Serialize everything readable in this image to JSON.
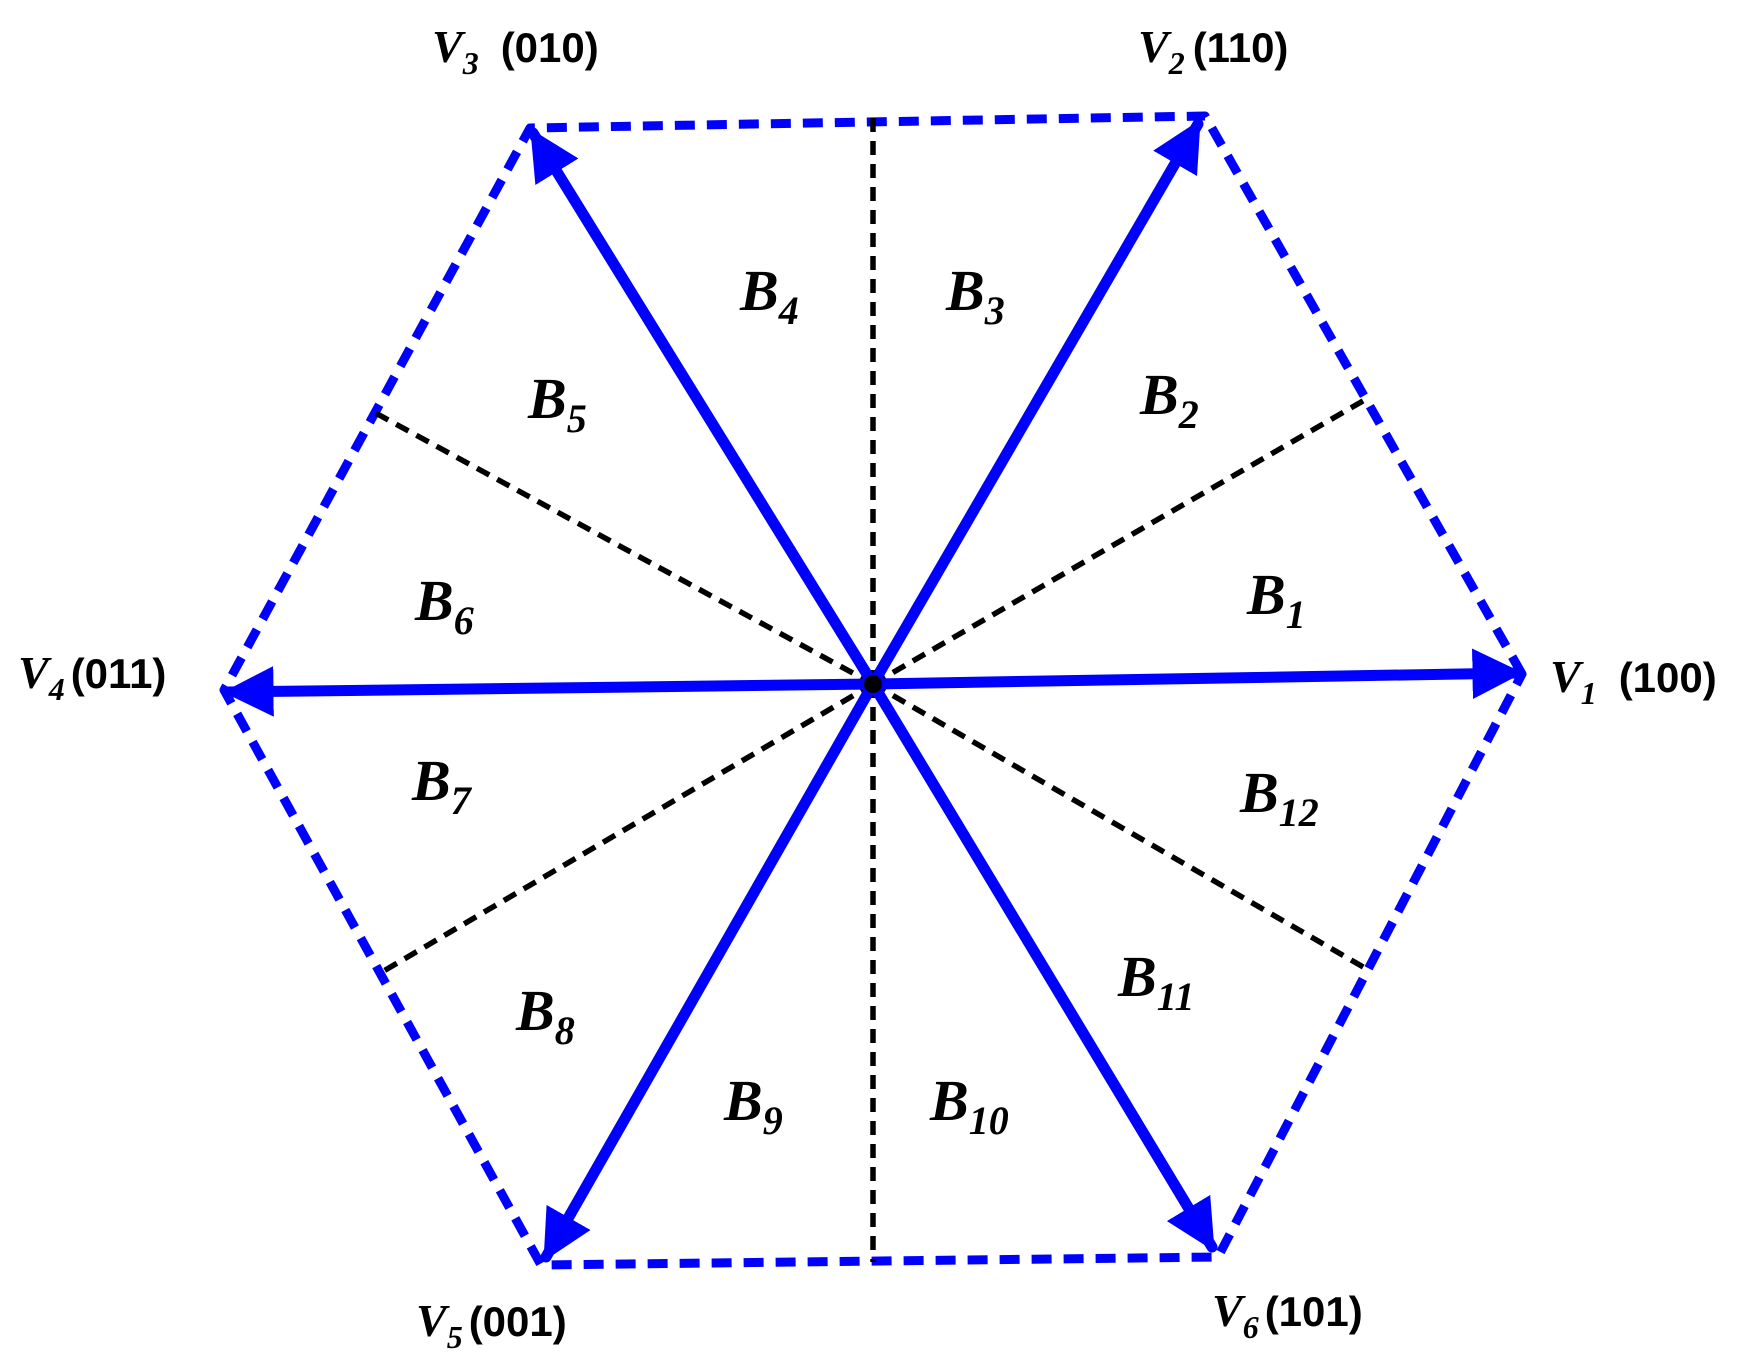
{
  "diagram": {
    "vectors": [
      {
        "id": "V1",
        "name": "V",
        "sub": "1",
        "code": "(100)"
      },
      {
        "id": "V2",
        "name": "V",
        "sub": "2",
        "code": "(110)"
      },
      {
        "id": "V3",
        "name": "V",
        "sub": "3",
        "code": "(010)"
      },
      {
        "id": "V4",
        "name": "V",
        "sub": "4",
        "code": "(011)"
      },
      {
        "id": "V5",
        "name": "V",
        "sub": "5",
        "code": "(001)"
      },
      {
        "id": "V6",
        "name": "V",
        "sub": "6",
        "code": "(101)"
      }
    ],
    "sectors": [
      {
        "name": "B",
        "sub": "1"
      },
      {
        "name": "B",
        "sub": "2"
      },
      {
        "name": "B",
        "sub": "3"
      },
      {
        "name": "B",
        "sub": "4"
      },
      {
        "name": "B",
        "sub": "5"
      },
      {
        "name": "B",
        "sub": "6"
      },
      {
        "name": "B",
        "sub": "7"
      },
      {
        "name": "B",
        "sub": "8"
      },
      {
        "name": "B",
        "sub": "9"
      },
      {
        "name": "B",
        "sub": "10"
      },
      {
        "name": "B",
        "sub": "11"
      },
      {
        "name": "B",
        "sub": "12"
      }
    ],
    "colors": {
      "vector": "#0000ff",
      "hexagon": "#0000ff",
      "divider": "#000000"
    }
  }
}
